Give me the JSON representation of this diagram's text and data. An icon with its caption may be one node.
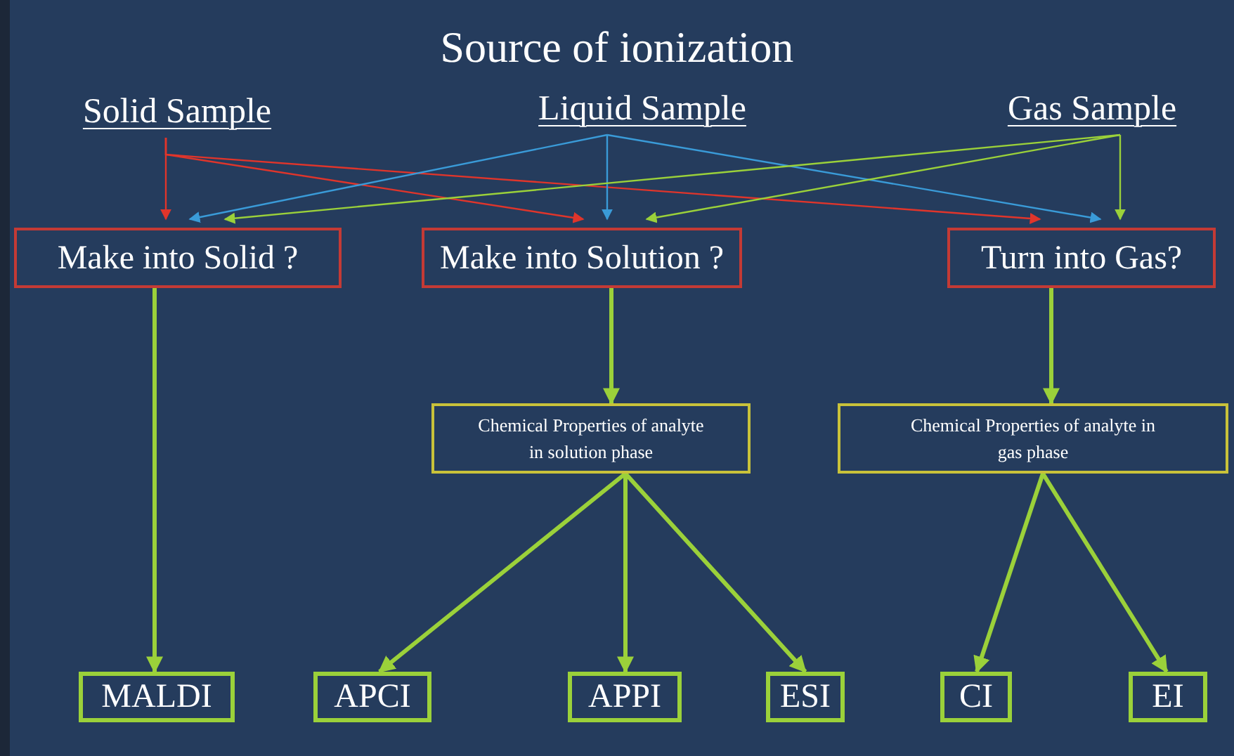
{
  "diagram": {
    "title": "Source of ionization",
    "nodes": [
      {
        "text": [
          "Solid Sample"
        ]
      },
      {
        "text": [
          "Liquid Sample"
        ]
      },
      {
        "text": [
          "Gas Sample"
        ]
      },
      {
        "text": [
          "Make into Solid ?"
        ]
      },
      {
        "text": [
          "Make into Solution ?"
        ]
      },
      {
        "text": [
          "Turn into Gas?"
        ]
      },
      {
        "text": [
          "Chemical Properties of analyte in solution phase"
        ]
      },
      {
        "text": [
          "Chemical Properties of analyte in gas phase"
        ]
      },
      {
        "text": [
          "MALDI"
        ]
      },
      {
        "text": [
          "APCI"
        ]
      },
      {
        "text": [
          "APPI"
        ]
      },
      {
        "text": [
          "ESI"
        ]
      },
      {
        "text": [
          "CI"
        ]
      },
      {
        "text": [
          "EI"
        ]
      }
    ],
    "edges": [
      {
        "from": 0,
        "to": 3,
        "arrow": "to",
        "color": "#e0352b"
      },
      {
        "from": 0,
        "to": 4,
        "arrow": "to",
        "color": "#e0352b"
      },
      {
        "from": 0,
        "to": 5,
        "arrow": "to",
        "color": "#e0352b"
      },
      {
        "from": 1,
        "to": 3,
        "arrow": "to",
        "color": "#3a9bd8"
      },
      {
        "from": 1,
        "to": 4,
        "arrow": "to",
        "color": "#3a9bd8"
      },
      {
        "from": 1,
        "to": 5,
        "arrow": "to",
        "color": "#3a9bd8"
      },
      {
        "from": 2,
        "to": 3,
        "arrow": "to"
      },
      {
        "from": 2,
        "to": 4,
        "arrow": "to"
      },
      {
        "from": 2,
        "to": 5,
        "arrow": "to"
      },
      {
        "from": 3,
        "to": 8,
        "arrow": "to",
        "style": "thick"
      },
      {
        "from": 4,
        "to": 6,
        "arrow": "to",
        "style": "thick"
      },
      {
        "from": 5,
        "to": 7,
        "arrow": "to",
        "style": "thick"
      },
      {
        "from": 6,
        "to": 9,
        "arrow": "to",
        "style": "thick"
      },
      {
        "from": 6,
        "to": 10,
        "arrow": "to",
        "style": "thick"
      },
      {
        "from": 6,
        "to": 11,
        "arrow": "to",
        "style": "thick"
      },
      {
        "from": 7,
        "to": 12,
        "arrow": "to",
        "style": "thick"
      },
      {
        "from": 7,
        "to": 13,
        "arrow": "to",
        "style": "thick"
      }
    ]
  }
}
